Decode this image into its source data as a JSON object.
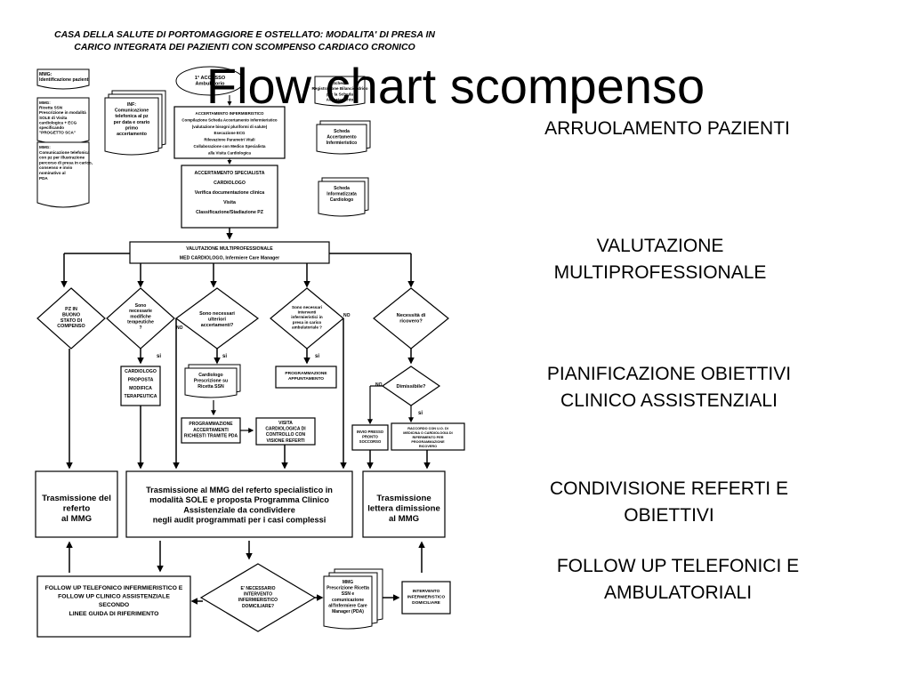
{
  "header": {
    "line1": "CASA DELLA SALUTE DI PORTOMAGGIORE E OSTELLATO: MODALITA' DI PRESA IN",
    "line2": "CARICO INTEGRATA DEI PAZIENTI CON SCOMPENSO CARDIACO CRONICO"
  },
  "slide_title": "Flow chart scompenso",
  "steps": [
    [
      "ARRUOLAMENTO PAZIENTI"
    ],
    [
      "VALUTAZIONE",
      "MULTIPROFESSIONALE"
    ],
    [
      "PIANIFICAZIONE OBIETTIVI",
      "CLINICO ASSISTENZIALI"
    ],
    [
      "CONDIVISIONE REFERTI E",
      "OBIETTIVI"
    ],
    [
      "FOLLOW UP TELEFONICI E",
      "AMBULATORIALI"
    ]
  ],
  "flowchart": {
    "mmg_id": [
      "MMG:",
      "Identificazione pazienti"
    ],
    "mmg_sole": [
      "MMG:",
      "Ricetta SSN",
      "Prescrizione in modalità",
      "SOLE di Visita",
      "cardiologica + ECG",
      "specificando",
      "\"PROGETTO SCA\""
    ],
    "mmg_comm": [
      "MMG:",
      "Comunicazione telefonica",
      "con pz per illustrazione",
      "percorso di presa in carico,",
      "consenso e invio",
      "nominativo al",
      "PDA"
    ],
    "inf": [
      "INF:",
      "Comunicazione",
      "telefonica al pz",
      "per data e orario",
      "primo",
      "accertamento"
    ],
    "accesso": [
      "1° ACCESSO",
      "Ambulatorio"
    ],
    "accertamento_inf": [
      "ACCERTAMENTO INFERMIERISTICO",
      "Compilazione Scheda Accertamento Infermieristico",
      "(valutazione bisogni pluriformi di salute)",
      "Esecuzione ECG",
      "Rilevazione Parametri Vitali",
      "Collaborazione con Medico Specialista",
      "alla Visita Cardiologica"
    ],
    "scheda_top": [
      "Scheda",
      "Registrazione Bilancio Idrico",
      "per la Scheda",
      "Accertamento"
    ],
    "scheda_acc": [
      "Scheda",
      "Accertamento",
      "Infermieristico"
    ],
    "accertamento_spec": [
      "ACCERTAMENTO SPECIALISTA",
      "CARDIOLOGO",
      "Verifica documentazione clinica",
      "Visita",
      "Classificazione/Stadiazione PZ"
    ],
    "scheda_info": [
      "Scheda",
      "Informatizzata",
      "Cardiologo"
    ],
    "valutazione": [
      "VALUTAZIONE MULTIPROFESSIONALE",
      "MED CARDIOLOGO, Infermiere Care Manager"
    ],
    "d1": [
      "PZ IN",
      "BUONO",
      "STATO DI",
      "COMPENSO"
    ],
    "d2": [
      "Sono",
      "necessarie",
      "modifiche",
      "terapeutiche",
      "?"
    ],
    "d3": [
      "Sono necessari",
      "ulteriori",
      "accertamenti?"
    ],
    "d4": [
      "Sono necessari",
      "interventi",
      "infermieristici in",
      "presa in carico",
      "ambulatoriale ?"
    ],
    "d5": [
      "Necessità di",
      "ricovero?"
    ],
    "d6": [
      "Dimissibile?"
    ],
    "cardio_box": [
      "CARDIOLOGO",
      "PROPOSTA",
      "MODIFICA",
      "TERAPEUTICA"
    ],
    "cardio_ssn": [
      "Cardiologo",
      "Prescrizione su",
      "Ricetta SSN"
    ],
    "prog_app": [
      "PROGRAMMAZIONE",
      "APPUNTAMENTO"
    ],
    "prog_acc": [
      "PROGRAMMAZIONE",
      "ACCERTAMENTI",
      "RICHIESTI TRAMITE PDA"
    ],
    "visita": [
      "VISITA",
      "CARDIOLOGICA DI",
      "CONTROLLO CON",
      "VISIONE REFERTI"
    ],
    "invio_ps": [
      "INVIO PRESSO",
      "PRONTO",
      "SOCCORSO"
    ],
    "raccordo": [
      "RACCORDO CON U.O. DI",
      "MEDICINA O CARDIOLOGIA DI",
      "RIFERIMENTO PER",
      "PROGRAMMAZIONE",
      "RICOVERO"
    ],
    "trasm_referto": [
      "Trasmissione del",
      "referto",
      "al MMG"
    ],
    "trasm_mmg": [
      "Trasmissione al MMG del referto specialistico in",
      "modalità SOLE e proposta Programma Clinico",
      "Assistenziale da condividere",
      "negli audit programmati per i casi complessi"
    ],
    "trasm_lettera": [
      "Trasmissione",
      "lettera dimissione",
      "al MMG"
    ],
    "follow": [
      "FOLLOW UP TELEFONICO INFERMIERISTICO E",
      "FOLLOW UP CLINICO ASSISTENZIALE",
      "SECONDO",
      "LINEE GUIDA DI RIFERIMENTO"
    ],
    "d7": [
      "E' NECESSARIO",
      "INTERVENTO",
      "INFERMIERISTICO",
      "DOMICILIARE?"
    ],
    "mmg_pres": [
      "MMG",
      "Prescrizione Ricetta",
      "SSN e",
      "comunicazione",
      "all'Infermiere Care",
      "Manager (PDA)"
    ],
    "intervento": [
      "INTERVENTO",
      "INFERMIERISTICO",
      "DOMICILIARE"
    ],
    "lbl_si": "si",
    "lbl_no": "NO"
  }
}
